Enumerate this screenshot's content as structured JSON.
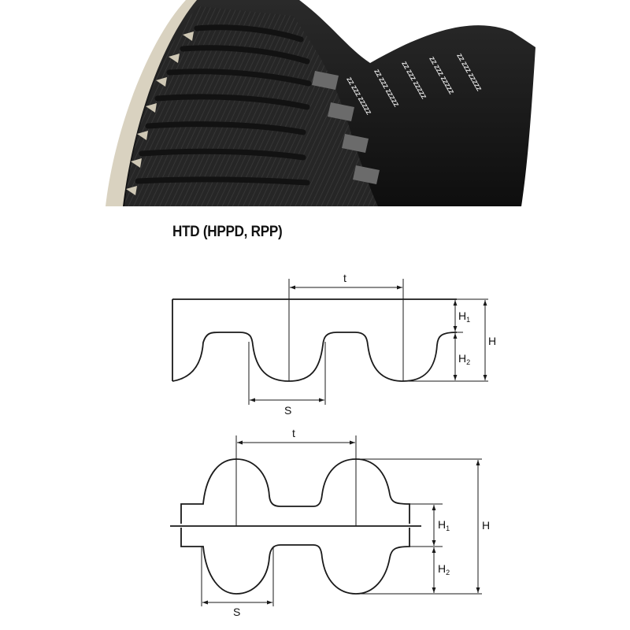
{
  "title": "HTD (HPPD, RPP)",
  "photo": {
    "belt_print_marks": [
      "ZZ ZZZ ZZZZZ",
      "ZZ ZZZ ZZZZZ",
      "ZZ ZZZ ZZZZZ",
      "ZZ ZZZ ZZZZZ",
      "ZZ ZZZ ZZZZZ"
    ]
  },
  "single_sided": {
    "labels": {
      "pitch": "t",
      "tooth_width": "S",
      "overall_height": "H",
      "h1_base": "H",
      "h1_sub": "1",
      "h2_base": "H",
      "h2_sub": "2"
    }
  },
  "double_sided": {
    "labels": {
      "pitch": "t",
      "tooth_width": "S",
      "overall_height": "H",
      "h1_base": "H",
      "h1_sub": "1",
      "h2_base": "H",
      "h2_sub": "2"
    }
  },
  "colors": {
    "line": "#1a1a1a",
    "belt": "#1c1c1c",
    "belt_edge": "#d9d2c0",
    "background": "#ffffff"
  }
}
